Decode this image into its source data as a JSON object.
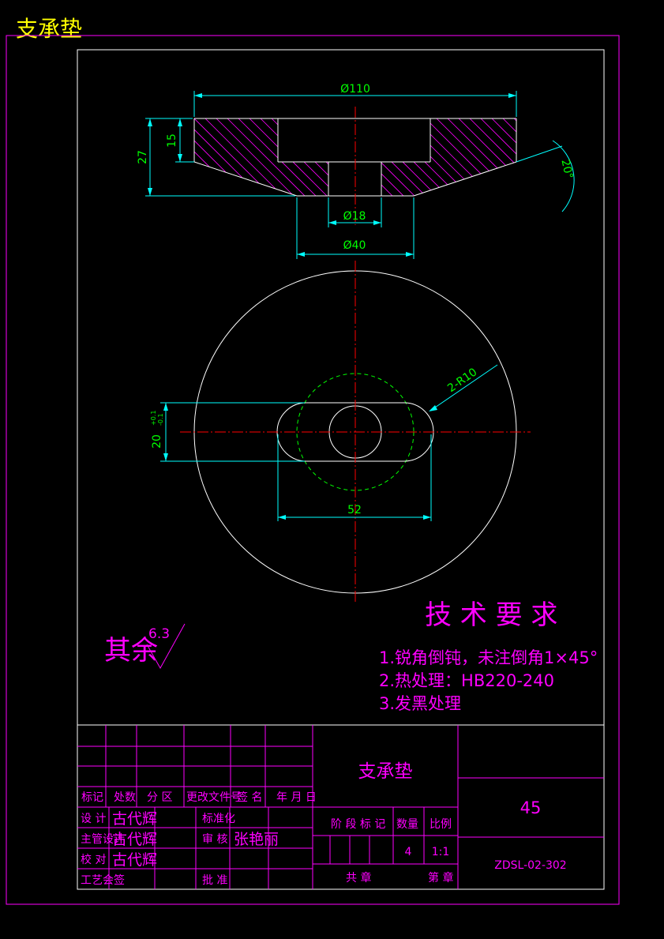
{
  "title_top": "支承垫",
  "colors": {
    "background": "#000000",
    "border": "#ff00ff",
    "frame": "#ffffff",
    "outline": "#ffffff",
    "centerline": "#ff0000",
    "dimension": "#00ffff",
    "dim_text": "#00ff00",
    "hatch": "#ff00ff",
    "hidden": "#00ff00",
    "annotation": "#ff00ff",
    "title_top": "#ffff00"
  },
  "dimensions": {
    "outer_diameter": "Ø110",
    "height_total": "27",
    "height_flange": "15",
    "angle": "20°",
    "bore_diameter": "Ø18",
    "boss_diameter": "Ø40",
    "slot_width_main": "20",
    "slot_tol_upper": "+0.1",
    "slot_tol_lower": "-0.1",
    "slot_length": "52",
    "slot_radius": "2-R10"
  },
  "roughness": {
    "label": "其余",
    "value": "6.3"
  },
  "tech_requirements": {
    "heading": "技 术 要 求",
    "items": [
      "1.锐角倒钝，未注倒角1×45°",
      "2.热处理：HB220-240",
      "3.发黑处理"
    ]
  },
  "title_block": {
    "part_name": "支承垫",
    "material": "45",
    "drawing_no": "ZDSL-02-302",
    "rev_header": [
      "标记",
      "处数",
      "分  区",
      "更改文件号",
      "签  名",
      "年 月 日"
    ],
    "design_label": "设  计",
    "design_name": "古代辉",
    "standard_label": "标准化",
    "chief_label": "主管设计",
    "chief_name": "古代辉",
    "review_label": "审  核",
    "review_name": "张艳丽",
    "check_label": "校  对",
    "check_name": "古代辉",
    "process_label": "工艺会签",
    "approve_label": "批  准",
    "stage_header": [
      "阶 段 标 记",
      "数量",
      "比例"
    ],
    "quantity": "4",
    "scale": "1:1",
    "total_sheets": "共  章",
    "sheet_no": "第  章"
  }
}
